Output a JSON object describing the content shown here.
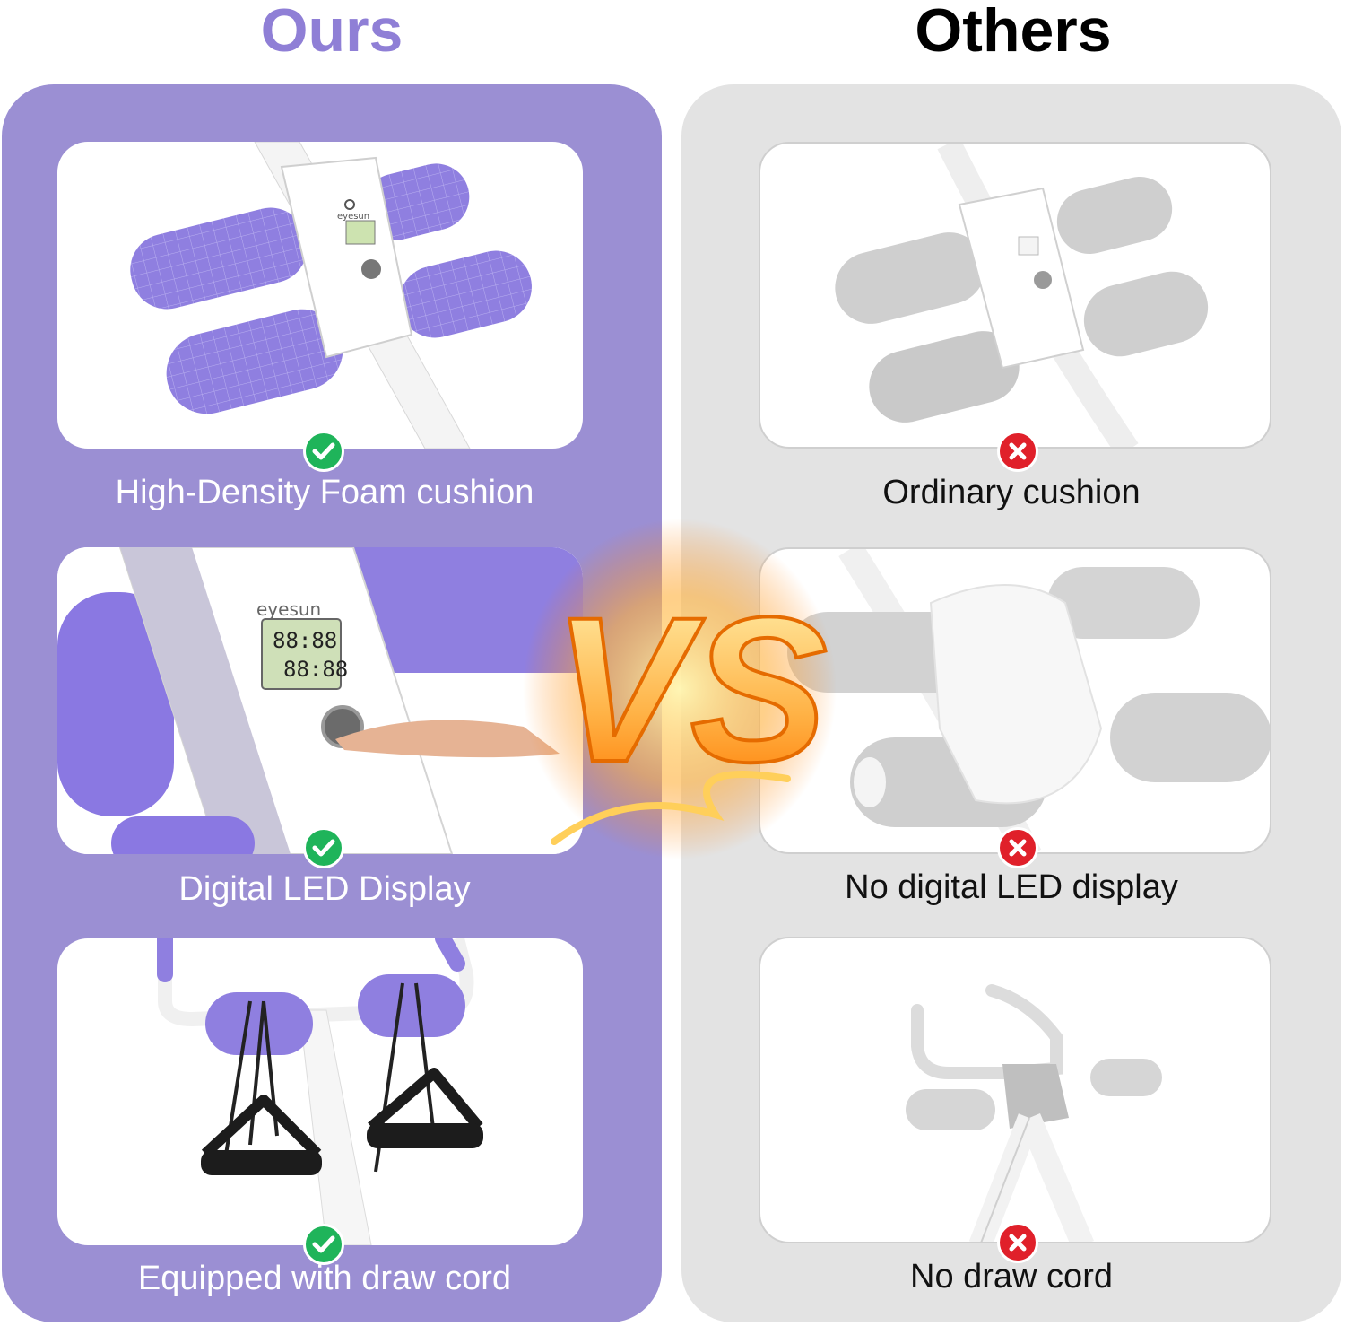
{
  "header": {
    "ours_title": "Ours",
    "others_title": "Others"
  },
  "colors": {
    "ours_accent": "#8f7fd6",
    "ours_panel": "#9b8fd3",
    "others_panel": "#e3e3e3",
    "check_badge": "#1fb45a",
    "cross_badge": "#e0202a"
  },
  "ours": {
    "features": [
      {
        "label": "High-Density Foam cushion",
        "status_icon": "check-icon"
      },
      {
        "label": "Digital LED Display",
        "status_icon": "check-icon"
      },
      {
        "label": "Equipped with draw cord",
        "status_icon": "check-icon"
      }
    ],
    "brand": "eyesun",
    "display_readout": "88:88"
  },
  "others": {
    "features": [
      {
        "label": "Ordinary cushion",
        "status_icon": "cross-icon"
      },
      {
        "label": "No digital LED display",
        "status_icon": "cross-icon"
      },
      {
        "label": "No draw cord",
        "status_icon": "cross-icon"
      }
    ]
  },
  "vs": {
    "text": "VS"
  }
}
